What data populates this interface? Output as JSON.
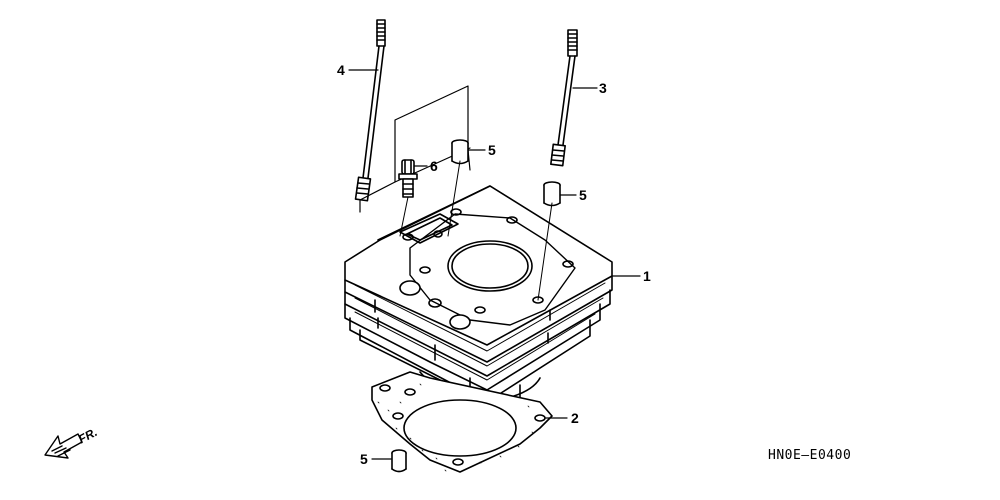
{
  "callouts": {
    "c1": "1",
    "c2": "2",
    "c3": "3",
    "c4": "4",
    "c5_top": "5",
    "c5_right": "5",
    "c5_bottom": "5",
    "c6": "6"
  },
  "front_marker": "FR.",
  "diagram_code": "HN0E—E0400"
}
